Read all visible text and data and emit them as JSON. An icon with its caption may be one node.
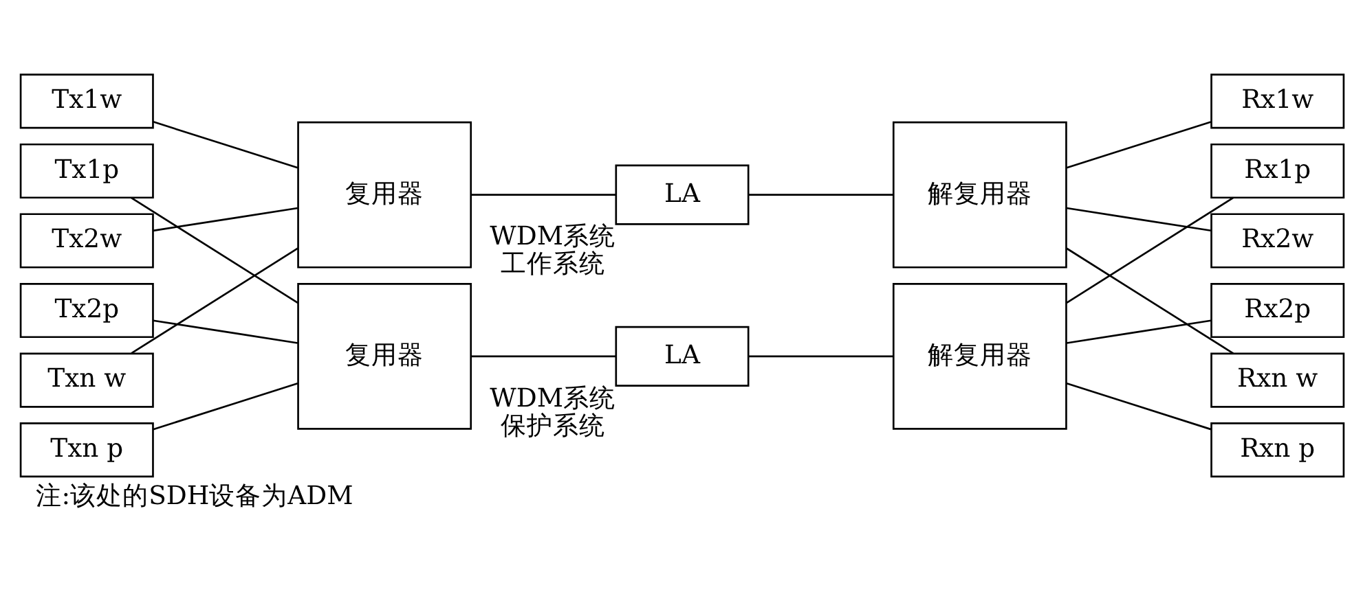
{
  "diagram": {
    "caption": "注:该处的SDH设备为ADM",
    "nodes": [
      {
        "text": [
          "Tx1w"
        ]
      },
      {
        "text": [
          "Tx1p"
        ]
      },
      {
        "text": [
          "Tx2w"
        ]
      },
      {
        "text": [
          "Tx2p"
        ]
      },
      {
        "text": [
          "Txn w"
        ]
      },
      {
        "text": [
          "Txn p"
        ]
      },
      {
        "text": [
          "复用器"
        ]
      },
      {
        "text": [
          "复用器"
        ]
      },
      {
        "text": [
          "LA"
        ],
        "beside": [
          "WDM系统",
          "工作系统"
        ]
      },
      {
        "text": [
          "LA"
        ],
        "beside": [
          "WDM系统",
          "保护系统"
        ]
      },
      {
        "text": [
          "解复用器"
        ]
      },
      {
        "text": [
          "解复用器"
        ]
      },
      {
        "text": [
          "Rx1w"
        ]
      },
      {
        "text": [
          "Rx1p"
        ]
      },
      {
        "text": [
          "Rx2w"
        ]
      },
      {
        "text": [
          "Rx2p"
        ]
      },
      {
        "text": [
          "Rxn w"
        ]
      },
      {
        "text": [
          "Rxn p"
        ]
      }
    ],
    "edges": [
      {
        "from": 0,
        "to": 6,
        "arrow": "none"
      },
      {
        "from": 1,
        "to": 7,
        "arrow": "none"
      },
      {
        "from": 2,
        "to": 6,
        "arrow": "none"
      },
      {
        "from": 3,
        "to": 7,
        "arrow": "none"
      },
      {
        "from": 4,
        "to": 6,
        "arrow": "none"
      },
      {
        "from": 5,
        "to": 7,
        "arrow": "none"
      },
      {
        "from": 6,
        "to": 8,
        "arrow": "none"
      },
      {
        "from": 7,
        "to": 9,
        "arrow": "none"
      },
      {
        "from": 8,
        "to": 10,
        "arrow": "none"
      },
      {
        "from": 9,
        "to": 11,
        "arrow": "none"
      },
      {
        "from": 10,
        "to": 12,
        "arrow": "none"
      },
      {
        "from": 10,
        "to": 14,
        "arrow": "none"
      },
      {
        "from": 10,
        "to": 16,
        "arrow": "none"
      },
      {
        "from": 11,
        "to": 13,
        "arrow": "none"
      },
      {
        "from": 11,
        "to": 15,
        "arrow": "none"
      },
      {
        "from": 11,
        "to": 17,
        "arrow": "none"
      }
    ]
  }
}
